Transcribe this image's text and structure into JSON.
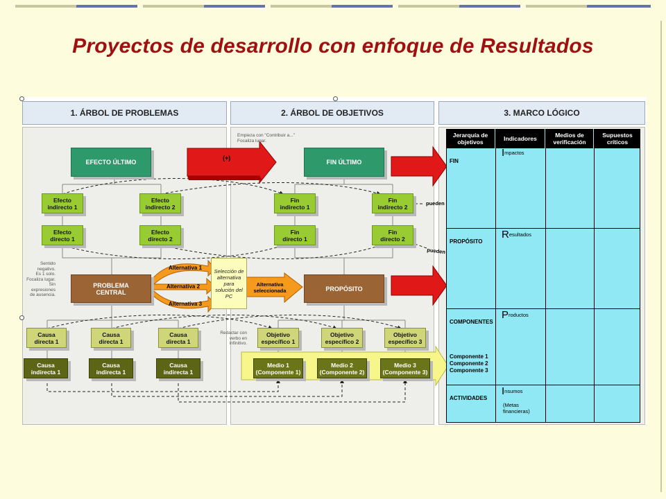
{
  "title": "Proyectos de desarrollo con enfoque de Resultados",
  "columns": {
    "problemas": "1. ÁRBOL DE PROBLEMAS",
    "objetivos": "2. ÁRBOL DE OBJETIVOS",
    "marco": "3. MARCO LÓGICO"
  },
  "problemas": {
    "efecto_ultimo": "EFECTO ÚLTIMO",
    "efecto_indirecto_1": "Efecto\nindirecto 1",
    "efecto_indirecto_2": "Efecto\nindirecto 2",
    "efecto_directo_1": "Efecto\ndirecto 1",
    "efecto_directo_2": "Efecto\ndirecto 2",
    "problema_central": "PROBLEMA\nCENTRAL",
    "causa_directa_1": "Causa\ndirecta 1",
    "causa_directa_2": "Causa\ndirecta 1",
    "causa_directa_3": "Causa\ndirecta 1",
    "causa_indirecta_1": "Causa\nindirecta 1",
    "causa_indirecta_2": "Causa\nindirecta 1",
    "causa_indirecta_3": "Causa\nindirecta 1",
    "nota_sentido": "Sentido negativo.\nEs 1 solo.\nFocaliza lugar.\nSin expresiones\nde ausencia."
  },
  "alternativas": {
    "alt1": "Alternativa 1",
    "alt2": "Alternativa 2",
    "alt3": "Alternativa 3",
    "seleccion": "Selección de\nalternativa\npara\nsolución del\nPC",
    "seleccionada": "Alternativa\nseleccionada"
  },
  "objetivos": {
    "nota_empieza": "Empieza con \"Contribuir a...\"\nFocaliza lugar.",
    "fin_ultimo": "FIN ÚLTIMO",
    "fin_indirecto_1": "Fin\nindirecto 1",
    "fin_indirecto_2": "Fin\nindirecto 2",
    "fin_directo_1": "Fin\ndirecto 1",
    "fin_directo_2": "Fin\ndirecto 2",
    "proposito": "PROPÓSITO",
    "nota_redactar": "Redactar con\nverbo en infinitivo.",
    "objetivo_1": "Objetivo\nespecífico 1",
    "objetivo_2": "Objetivo\nespecífico 2",
    "objetivo_3": "Objetivo\nespecífico 3",
    "medio_1": "Medio 1\n(Componente 1)",
    "medio_2": "Medio 2\n(Componente 2)",
    "medio_3": "Medio 3\n(Componente 3)",
    "arrow_plus": "(+)"
  },
  "ideas": {
    "ideas_1": "pueden dar ideas para...",
    "ideas_2": "pueden dar ideas para..."
  },
  "marco": {
    "headers": [
      "Jerarquía de\nobjetivos",
      "Indicadores",
      "Medios de\nverificación",
      "Supuestos\ncríticos"
    ],
    "fin": "FIN",
    "proposito": "PROPÓSITO",
    "componentes": "COMPONENTES",
    "componentes_list": "Componente 1\nComponente 2\nComponente 3",
    "actividades": "ACTIVIDADES",
    "ind_fin_big": "I",
    "ind_fin_rest": "mpactos",
    "ind_prop_big": "R",
    "ind_prop_rest": "esultados",
    "ind_comp_big": "P",
    "ind_comp_rest": "roductos",
    "ind_act_big": "I",
    "ind_act_rest": "nsumos",
    "ind_act_sub": "(Metas\nfinancieras)"
  },
  "colors": {
    "title": "#a01010",
    "red_arrow": "#e01818",
    "orange_arrow": "#f59a1c",
    "table_cyan": "#8fe8f4"
  }
}
